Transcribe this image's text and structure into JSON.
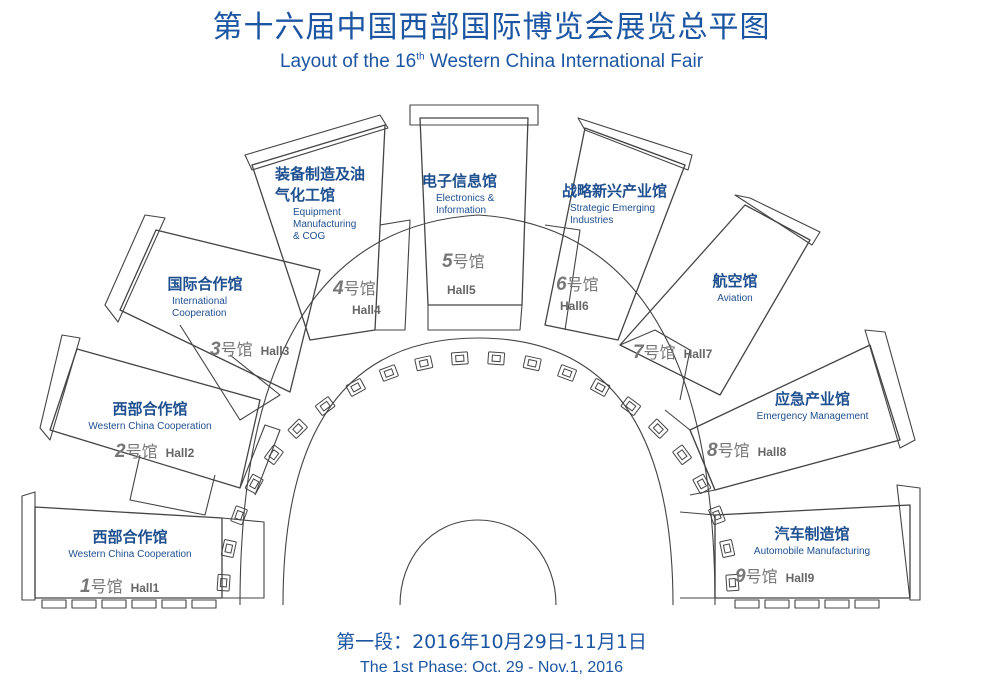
{
  "title_cn": "第十六届中国西部国际博览会展览总平图",
  "title_en_prefix": "Layout of the 16",
  "title_en_sup": "th",
  "title_en_suffix": " Western  China  International  Fair",
  "phase_cn": "第一段：2016年10月29日-11月1日",
  "phase_en": "The 1st Phase: Oct. 29 - Nov.1, 2016",
  "colors": {
    "accent": "#1c56a3",
    "outline": "#444444",
    "number": "#777777"
  },
  "halls": [
    {
      "cn": "西部合作馆",
      "en": "Western China Cooperation",
      "num": "1",
      "gl": "号馆",
      "hall": "Hall1"
    },
    {
      "cn": "西部合作馆",
      "en": "Western China Cooperation",
      "num": "2",
      "gl": "号馆",
      "hall": "Hall2"
    },
    {
      "cn": "国际合作馆",
      "en": "International Cooperation",
      "num": "3",
      "gl": "号馆",
      "hall": "Hall3"
    },
    {
      "cn": "装备制造及油气化工馆",
      "en": "Equipment Manufacturing & COG",
      "num": "4",
      "gl": "号馆",
      "hall": "Hall4"
    },
    {
      "cn": "电子信息馆",
      "en": "Electronics & Information",
      "num": "5",
      "gl": "号馆",
      "hall": "Hall5"
    },
    {
      "cn": "战略新兴产业馆",
      "en": "Strategic Emerging Industries",
      "num": "6",
      "gl": "号馆",
      "hall": "Hall6"
    },
    {
      "cn": "航空馆",
      "en": "Aviation",
      "num": "7",
      "gl": "号馆",
      "hall": "Hall7"
    },
    {
      "cn": "应急产业馆",
      "en": "Emergency Management",
      "num": "8",
      "gl": "号馆",
      "hall": "Hall8"
    },
    {
      "cn": "汽车制造馆",
      "en": "Automobile Manufacturing",
      "num": "9",
      "gl": "号馆",
      "hall": "Hall9"
    }
  ]
}
